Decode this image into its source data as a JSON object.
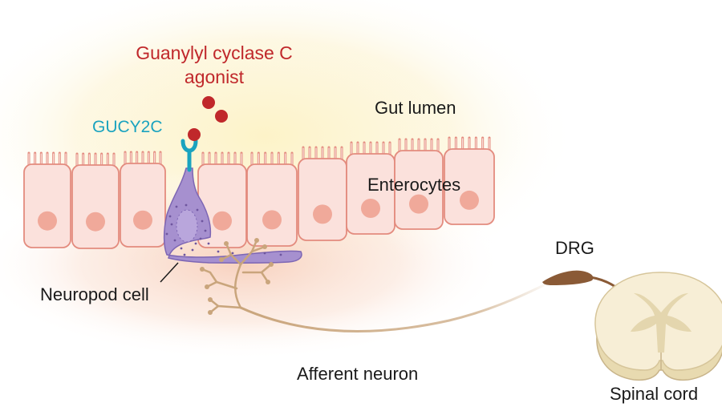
{
  "labels": {
    "agonist_line1": "Guanylyl cyclase C",
    "agonist_line2": "agonist",
    "gucy2c": "GUCY2C",
    "gut_lumen": "Gut lumen",
    "enterocytes": "Enterocytes",
    "neuropod_cell": "Neuropod cell",
    "drg": "DRG",
    "afferent_neuron": "Afferent neuron",
    "spinal_cord": "Spinal cord"
  },
  "colors": {
    "agonist_red": "#c0282b",
    "receptor_teal": "#1aa3bf",
    "enterocyte_fill": "#fbe1dc",
    "enterocyte_stroke": "#e38b7e",
    "nucleus": "#f0a99a",
    "neuropod_purple": "#a690cf",
    "nerve_tan": "#c9a57c",
    "drg_brown": "#8a5a36",
    "spinal_cord_fill": "#f6ecd3",
    "spinal_gray_matter": "#e4d6ae"
  }
}
